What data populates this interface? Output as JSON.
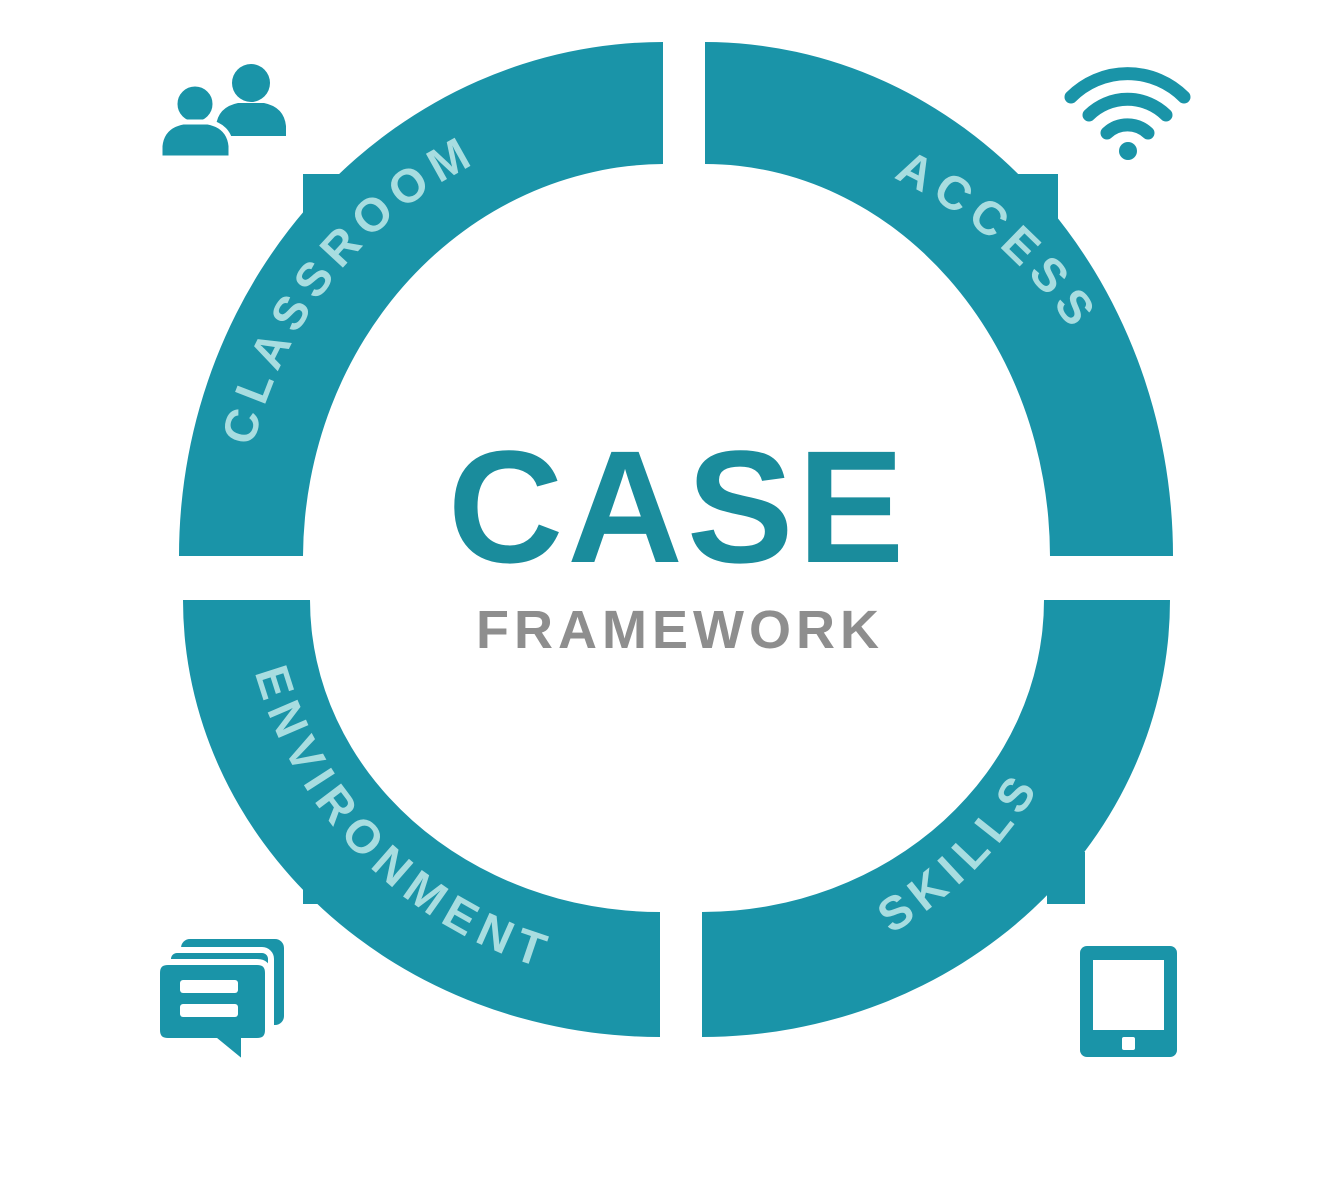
{
  "title": "CASE",
  "subtitle": "FRAMEWORK",
  "segments": {
    "classroom": {
      "label": "CLASSROOM",
      "icon": "people-icon"
    },
    "access": {
      "label": "ACCESS",
      "icon": "wifi-icon"
    },
    "skills": {
      "label": "SKILLS",
      "icon": "tablet-icon"
    },
    "environment": {
      "label": "ENVIRONMENT",
      "icon": "chat-bubbles-icon"
    }
  },
  "colors": {
    "ring": "#1a94a8",
    "label_text": "#a8dde0",
    "title": "#1a8c9c",
    "subtitle": "#8e8e8e",
    "icon": "#1a94a8"
  }
}
